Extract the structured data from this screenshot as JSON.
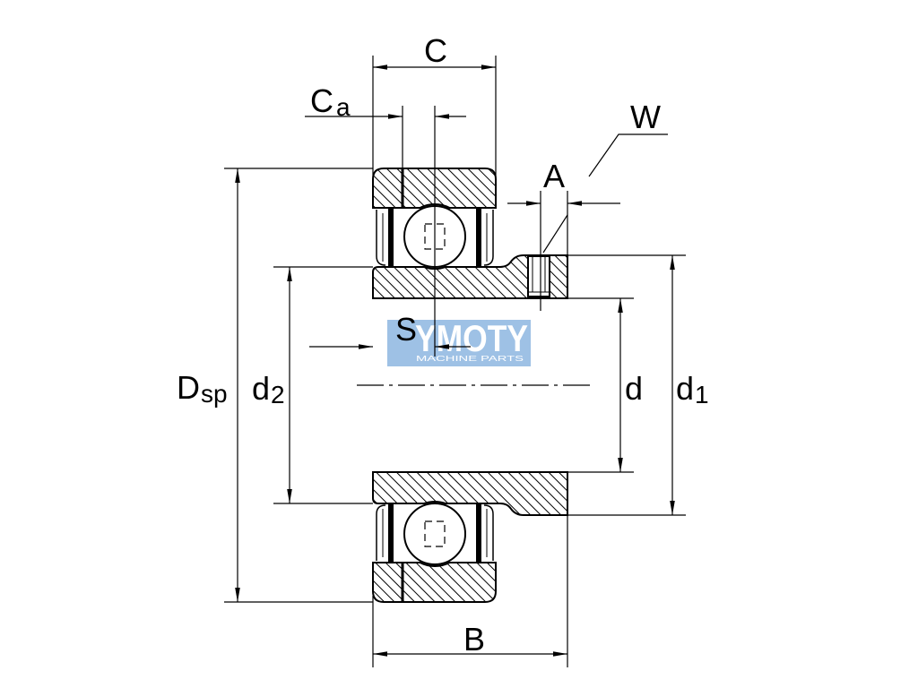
{
  "labels": {
    "c": "C",
    "ca": {
      "main": "C",
      "sub": "a"
    },
    "w": "W",
    "a": "A",
    "s": "S",
    "dsp": {
      "main": "D",
      "sub": "sp"
    },
    "d2": {
      "main": "d",
      "sub": "2"
    },
    "d": "d",
    "d1": {
      "main": "d",
      "sub": "1"
    },
    "b": "B"
  },
  "watermark": {
    "logo": "YMOTY",
    "tagline": "MACHINE PARTS"
  },
  "colors": {
    "line": "#000000",
    "background": "#ffffff",
    "watermark": "#8db6e0",
    "watermark_text": "#ffffff"
  }
}
